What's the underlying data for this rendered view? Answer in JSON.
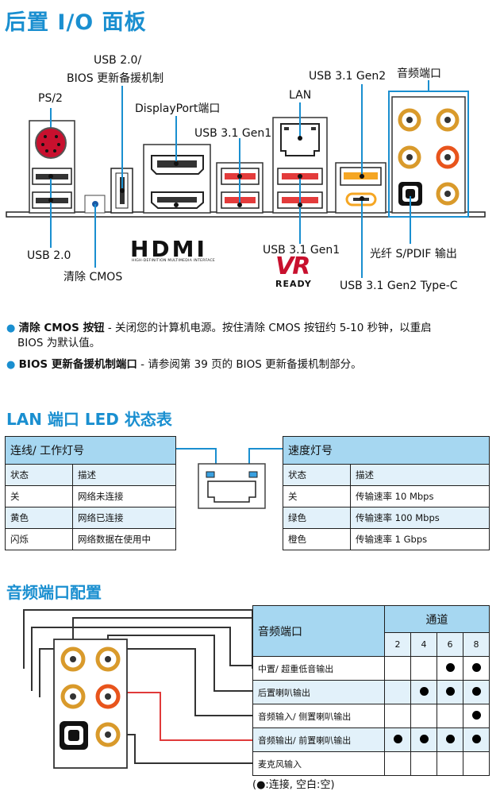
{
  "io_title": "后置 I/O 面板",
  "labels": {
    "usb20_bios": "USB 2.0/",
    "usb20_bios_2": "BIOS 更新备援机制",
    "ps2": "PS/2",
    "displayport": "DisplayPort端口",
    "usb31gen1_top": "USB 3.1 Gen1",
    "lan": "LAN",
    "usb31gen2": "USB 3.1 Gen2",
    "audio_ports": "音频端口",
    "usb20": "USB 2.0",
    "clear_cmos": "清除 CMOS",
    "usb31gen1_bottom": "USB 3.1 Gen1",
    "spdif": "光纤 S/PDIF 输出",
    "usb31gen2_typec": "USB 3.1 Gen2 Type-C",
    "hdmi_logo": "HDMI",
    "hdmi_tagline": "HIGH-DEFINITION MULTIMEDIA INTERFACE",
    "vr_logo": "VR",
    "vr_ready": "READY"
  },
  "bullets": [
    {
      "bold": "清除 CMOS 按钮",
      "text": " - 关闭您的计算机电源。按住清除 CMOS 按钮约 5-10 秒钟，以重启",
      "text2": "BIOS 为默认值。"
    },
    {
      "bold": "BIOS 更新备援机制端口",
      "text": " - 请参阅第 39 页的 BIOS 更新备援机制部分。"
    }
  ],
  "led_title": "LAN 端口 LED 状态表",
  "link_table": {
    "title": "连线/ 工作灯号",
    "headers": [
      "状态",
      "描述"
    ],
    "rows": [
      [
        "关",
        "网络未连接"
      ],
      [
        "黄色",
        "网络已连接"
      ],
      [
        "闪烁",
        "网络数据在使用中"
      ]
    ]
  },
  "speed_table": {
    "title": "速度灯号",
    "headers": [
      "状态",
      "描述"
    ],
    "rows": [
      [
        "关",
        "传输速率 10 Mbps"
      ],
      [
        "绿色",
        "传输速率 100 Mbps"
      ],
      [
        "橙色",
        "传输速率 1 Gbps"
      ]
    ]
  },
  "audio_title": "音频端口配置",
  "audio_table": {
    "header": "音频端口",
    "channel_label": "通道",
    "channels": [
      "2",
      "4",
      "6",
      "8"
    ],
    "rows": [
      {
        "name": "中置/ 超重低音输出",
        "on": [
          false,
          false,
          true,
          true
        ]
      },
      {
        "name": "后置喇叭输出",
        "on": [
          false,
          true,
          true,
          true
        ]
      },
      {
        "name": "音频输入/ 侧置喇叭输出",
        "on": [
          false,
          false,
          false,
          true
        ]
      },
      {
        "name": "音频输出/ 前置喇叭输出",
        "on": [
          true,
          true,
          true,
          true
        ]
      },
      {
        "name": "麦克风输入",
        "on": [
          false,
          false,
          false,
          false
        ]
      }
    ],
    "legend": "(●:连接, 空白:空)"
  },
  "colors": {
    "accent": "#1a8fd0",
    "table_header": "#a6d7f1",
    "row_alt": "#e2f1fa",
    "usb3": "#e33b3b",
    "usb31gen2": "#f5a623",
    "audio_jack": "#d99a2b",
    "audio_orange": "#e8541c"
  }
}
